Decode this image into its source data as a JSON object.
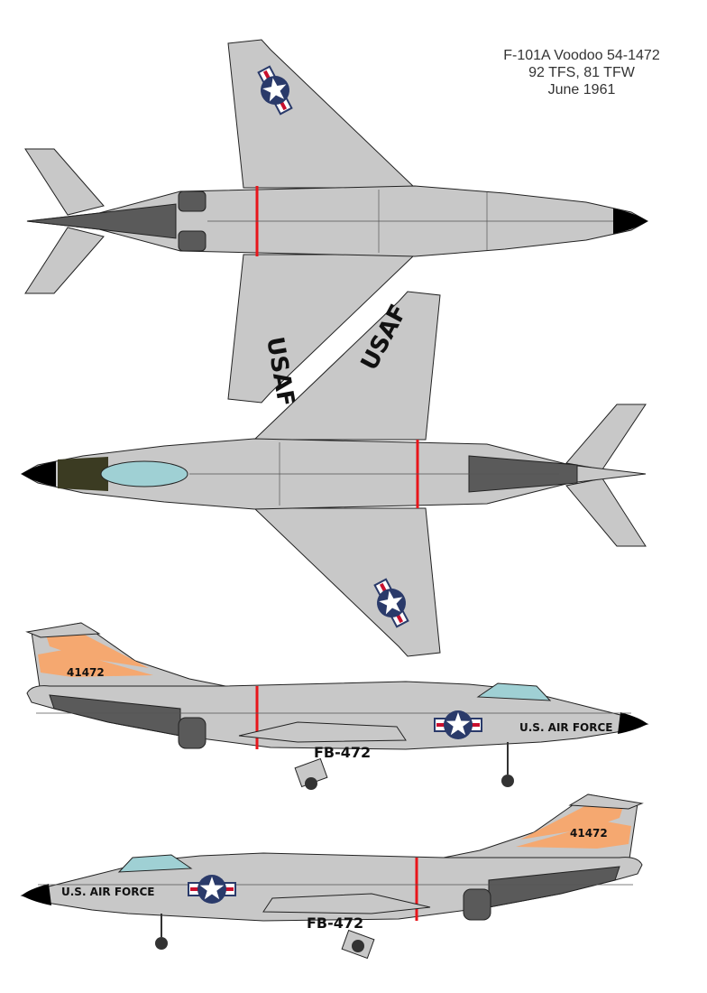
{
  "caption": {
    "line1": "F-101A Voodoo 54-1472",
    "line2": "92 TFS, 81 TFW",
    "line3": "June 1961"
  },
  "markings": {
    "wing_text": "USAF",
    "tail_number": "41472",
    "fuselage_text": "U.S. AIR FORCE",
    "buzz_number": "FB-472"
  },
  "colors": {
    "aluminium": "#c8c8c8",
    "exhaust": "#5a5a5a",
    "radome": "#000000",
    "canopy": "#9fd0d4",
    "tail_stripes": "#f5a870",
    "fuselage_band": "#e8161b",
    "insignia_blue": "#2a3a6a",
    "insignia_red": "#c8102e"
  }
}
